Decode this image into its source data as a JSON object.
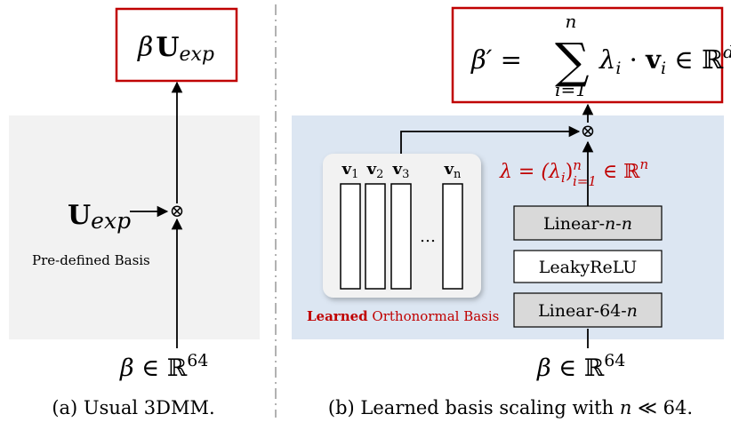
{
  "left_panel": {
    "output_box": {
      "beta": "β",
      "u": "U",
      "sub": "exp"
    },
    "input_u": {
      "u": "U",
      "sub": "exp"
    },
    "predefined_label": "Pre-defined Basis",
    "input_beta": {
      "lhs": "β ∈ ",
      "set": "ℝ",
      "sup": "64"
    },
    "caption": "(a) Usual 3DMM."
  },
  "right_panel": {
    "output_box": {
      "lhs": "β′ = ",
      "sigma": "∑",
      "upper": "n",
      "lower": "i=1",
      "lambda": "λ",
      "lambda_sub": "i",
      "dot": " · ",
      "v": "v",
      "v_sub": "i",
      "in": " ∈ ",
      "set": "ℝ",
      "sup": "d"
    },
    "basis_vectors": [
      {
        "v": "v",
        "sub": "1"
      },
      {
        "v": "v",
        "sub": "2"
      },
      {
        "v": "v",
        "sub": "3"
      },
      {
        "v": "v",
        "sub": "n"
      }
    ],
    "ellipsis": "…",
    "learned_label": {
      "bold": "Learned",
      "rest": " Orthonormal Basis"
    },
    "lambda_expr": {
      "lhs": "λ = (λ",
      "i": "i",
      "rparen": ")",
      "sub": "i=1",
      "sup": "n",
      "in": " ∈ ",
      "set": "ℝ",
      "set_sup": "n"
    },
    "layers": [
      {
        "name": "Linear-",
        "var1": "n",
        "mid": "-",
        "var2": "n"
      },
      {
        "name": "LeakyReLU",
        "var1": "",
        "mid": "",
        "var2": ""
      },
      {
        "name": "Linear-64-",
        "var1": "n",
        "mid": "",
        "var2": ""
      }
    ],
    "input_beta": {
      "lhs": "β ∈ ",
      "set": "ℝ",
      "sup": "64"
    },
    "caption": {
      "text": "(b) Learned basis scaling with ",
      "n": "n",
      "rest": " ≪ 64."
    }
  },
  "operator_symbol": "⊗",
  "colors": {
    "left_bg": "#f2f2f2",
    "right_bg": "#dce6f2",
    "accent_red": "#c00000",
    "layer_gray": "#d9d9d9",
    "stroke": "#000000"
  }
}
